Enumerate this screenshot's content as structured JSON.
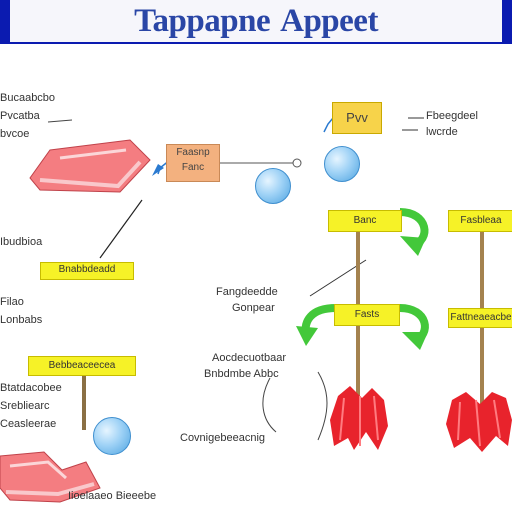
{
  "header": {
    "title_part1": "Tappapne",
    "title_part2": "Appeet"
  },
  "labels": {
    "top_left_lines": [
      "Bucaabcbo",
      "Pvcatba",
      "bvcoe"
    ],
    "orange_box_lines": [
      "Faasnp",
      "Fanc"
    ],
    "top_right_box": "Pvv",
    "top_right_text": [
      "Fbeegdeel",
      "lwcrde"
    ],
    "left_mid_text": "Ibudbioa",
    "left_yellow_box": "Bnabbdeadd",
    "left_mid2_text": [
      "Filao",
      "Lonbabs"
    ],
    "center_mid_text": [
      "Fangdeedde",
      "Gonpear"
    ],
    "yellow_tag_1": "Banc",
    "yellow_tag_2": "Fasbleaa",
    "yellow_tag_3": "Fasts",
    "yellow_tag_4": "Fattneaeacbe",
    "bottom_left_box": "Bebbeaceecea",
    "bottom_left_text": [
      "Btatdacobee",
      "Srebliearc",
      "Ceasleerae"
    ],
    "center_low_text": [
      "Aocdecuotbaar",
      "Bnbdmbe Abbc"
    ],
    "center_bottom_text": "Covnigebeeacnig",
    "bottom_text": "Iioelaaeo Bieeebe"
  },
  "colors": {
    "header_bar": "#0b1bb0",
    "title": "#2a46a6",
    "yellow_box": "#f6f227",
    "orange_box": "#f3b17f",
    "green_arrow": "#43c83a",
    "red_fibers": "#e8232c",
    "bubble": "#8ecbf2"
  },
  "icons": [
    "muscle-fiber-icon",
    "vesicle-bubble-icon",
    "green-curved-arrow-icon",
    "red-muscle-cluster-icon"
  ]
}
